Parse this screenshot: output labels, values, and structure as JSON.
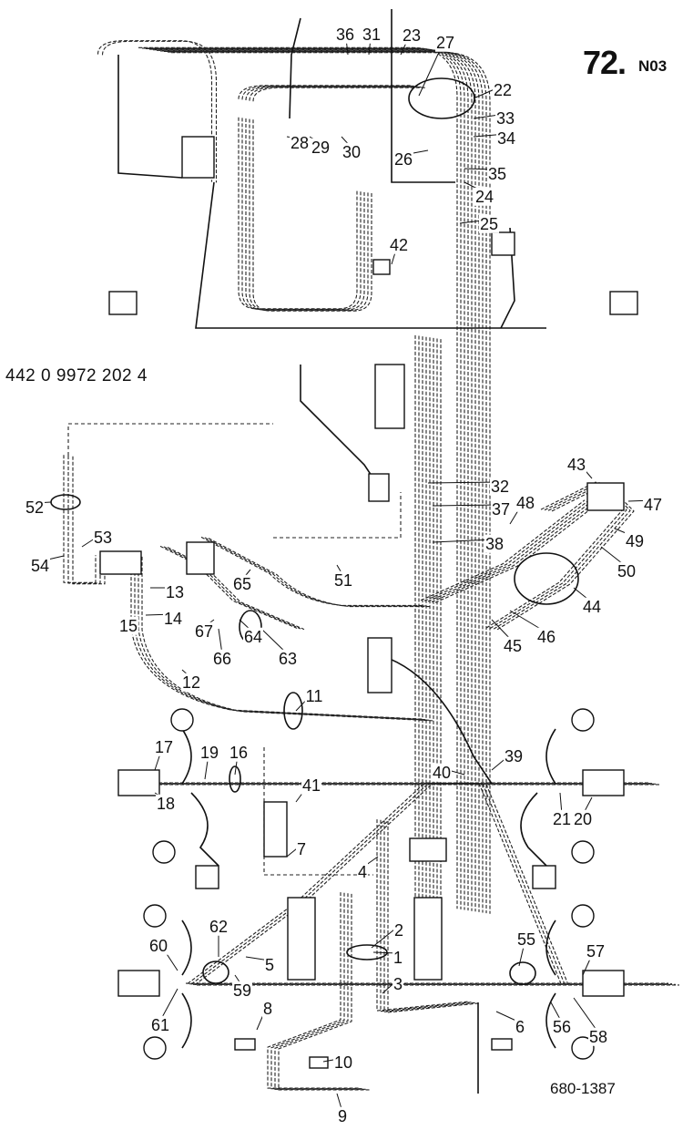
{
  "header": {
    "code_main": "72.",
    "code_sub": "N03",
    "part_number": "442 0 9972 202 4",
    "drawing_number": "680-1387"
  },
  "callouts": [
    "1",
    "2",
    "3",
    "4",
    "5",
    "6",
    "7",
    "8",
    "9",
    "10",
    "11",
    "12",
    "13",
    "14",
    "15",
    "16",
    "17",
    "18",
    "19",
    "20",
    "21",
    "22",
    "23",
    "24",
    "25",
    "26",
    "27",
    "28",
    "29",
    "30",
    "31",
    "32",
    "33",
    "34",
    "35",
    "36",
    "37",
    "38",
    "39",
    "40",
    "41",
    "42",
    "43",
    "44",
    "45",
    "46",
    "47",
    "48",
    "49",
    "50",
    "51",
    "52",
    "53",
    "54",
    "55",
    "56",
    "57",
    "58",
    "59",
    "60",
    "61",
    "62",
    "63",
    "64",
    "65",
    "66",
    "67"
  ]
}
